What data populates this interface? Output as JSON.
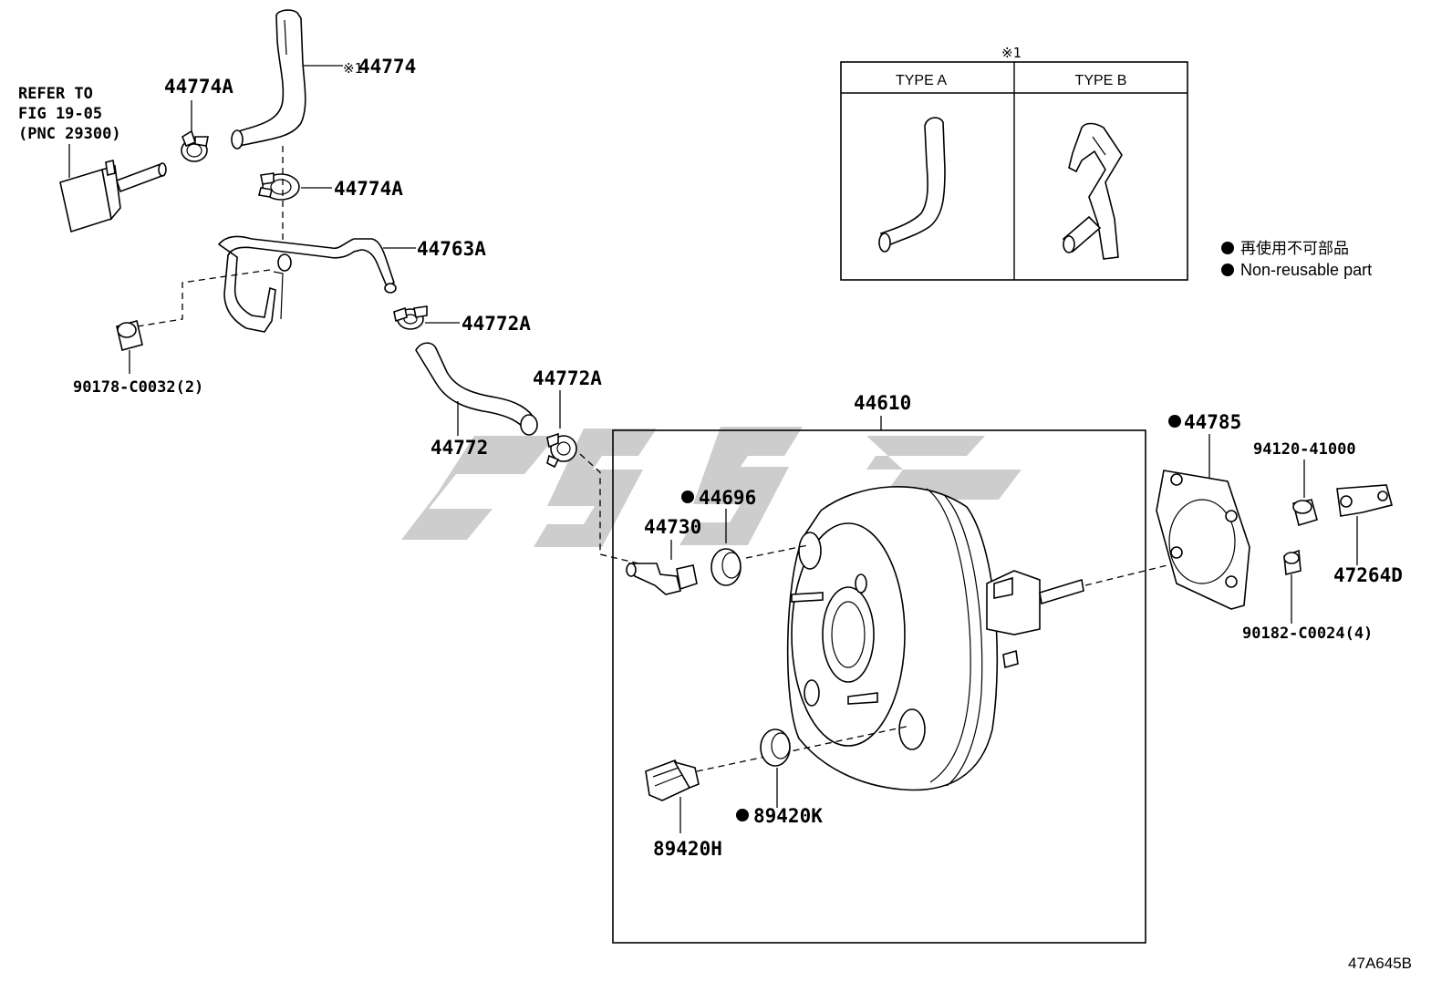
{
  "note": {
    "refer_line1": "REFER TO",
    "refer_line2": "FIG 19-05",
    "refer_line3": "(PNC 29300)"
  },
  "parts": {
    "p44774": "44774",
    "p44774_marker": "※1",
    "p44774A_top": "44774A",
    "p44774A_mid": "44774A",
    "p44763A": "44763A",
    "p44772A_upper": "44772A",
    "p44772A_lower": "44772A",
    "p44772": "44772",
    "p90178": "90178-C0032(2)",
    "p44610": "44610",
    "p44696": "44696",
    "p44730": "44730",
    "p89420H": "89420H",
    "p89420K": "89420K",
    "p44785": "44785",
    "p94120": "94120-41000",
    "p47264D": "47264D",
    "p90182": "90182-C0024(4)"
  },
  "types_table": {
    "marker": "※1",
    "type_a": "TYPE A",
    "type_b": "TYPE B"
  },
  "legend": {
    "jp": "再使用不可部品",
    "en": "Non-reusable part"
  },
  "figure_code": "47A645B"
}
